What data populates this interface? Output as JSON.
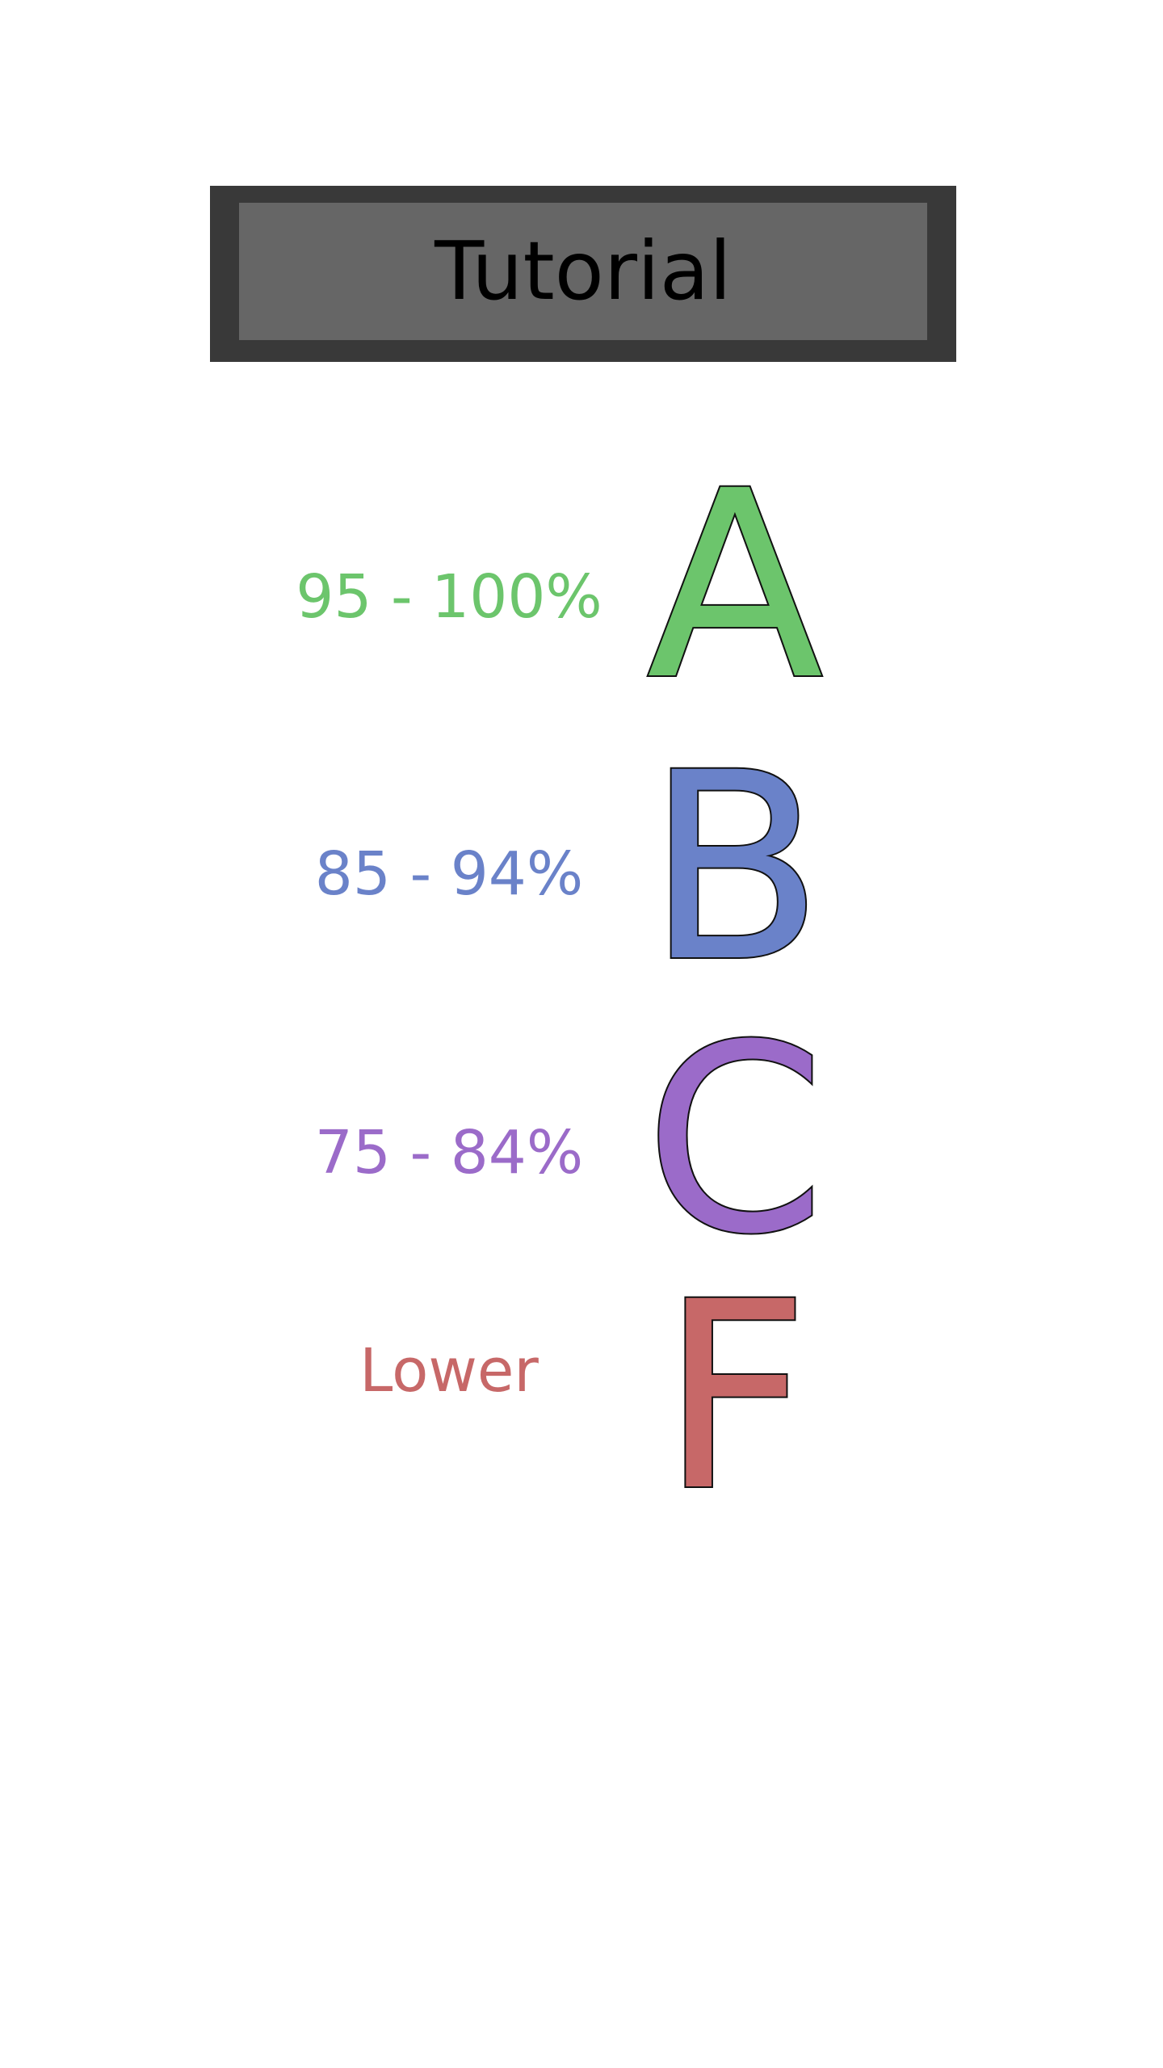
{
  "header": {
    "tutorial_label": "Tutorial"
  },
  "grades": [
    {
      "range": "95 - 100%",
      "letter": "A",
      "color": "#6cc56c"
    },
    {
      "range": "85 - 94%",
      "letter": "B",
      "color": "#6a82c9"
    },
    {
      "range": "75 - 84%",
      "letter": "C",
      "color": "#9b6bc9"
    },
    {
      "range": "Lower",
      "letter": "F",
      "color": "#c76868"
    }
  ]
}
